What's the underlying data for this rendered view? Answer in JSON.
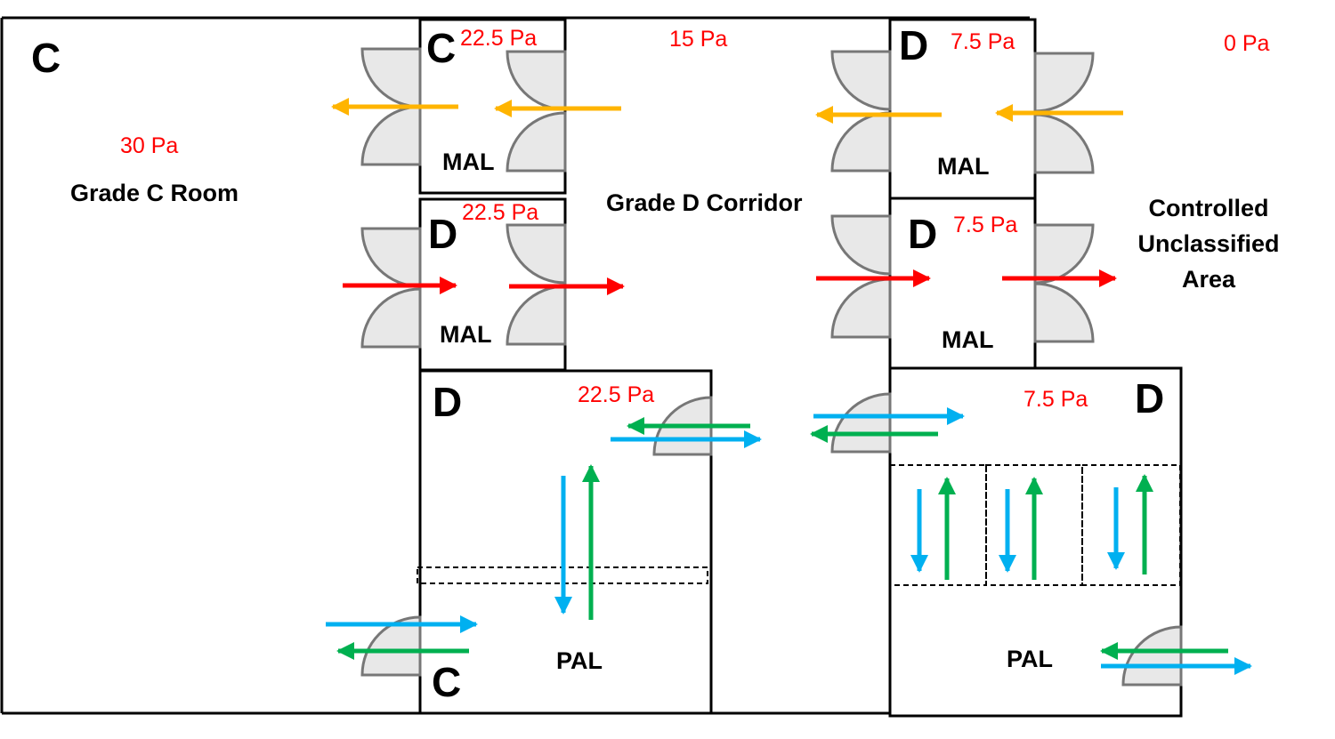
{
  "colors": {
    "pressure_text": "#ff0000",
    "arrow_yellow": "#ffb400",
    "arrow_red": "#ff0000",
    "arrow_blue": "#00b0f0",
    "arrow_green": "#00b050",
    "door_fill": "#e8e8e8",
    "door_stroke": "#777777"
  },
  "rooms": {
    "grade_c_room": {
      "grade": "C",
      "pressure": "30 Pa",
      "name": "Grade C Room"
    },
    "mal_upper_left": {
      "grade": "C",
      "pressure": "22.5 Pa",
      "name": "MAL"
    },
    "corridor": {
      "pressure": "15 Pa",
      "name": "Grade D Corridor"
    },
    "mal_lower_left": {
      "grade": "D",
      "pressure": "22.5 Pa",
      "name": "MAL"
    },
    "pal_left": {
      "grade_top": "D",
      "grade_bottom": "C",
      "pressure": "22.5 Pa",
      "name": "PAL"
    },
    "mal_upper_right": {
      "grade": "D",
      "pressure": "7.5 Pa",
      "name": "MAL"
    },
    "mal_lower_right": {
      "grade": "D",
      "pressure": "7.5 Pa",
      "name": "MAL"
    },
    "pal_right": {
      "grade": "D",
      "pressure": "7.5 Pa",
      "name": "PAL"
    },
    "controlled_area": {
      "pressure": "0 Pa",
      "name_lines": [
        "Controlled",
        "Unclassified",
        "Area"
      ]
    }
  }
}
